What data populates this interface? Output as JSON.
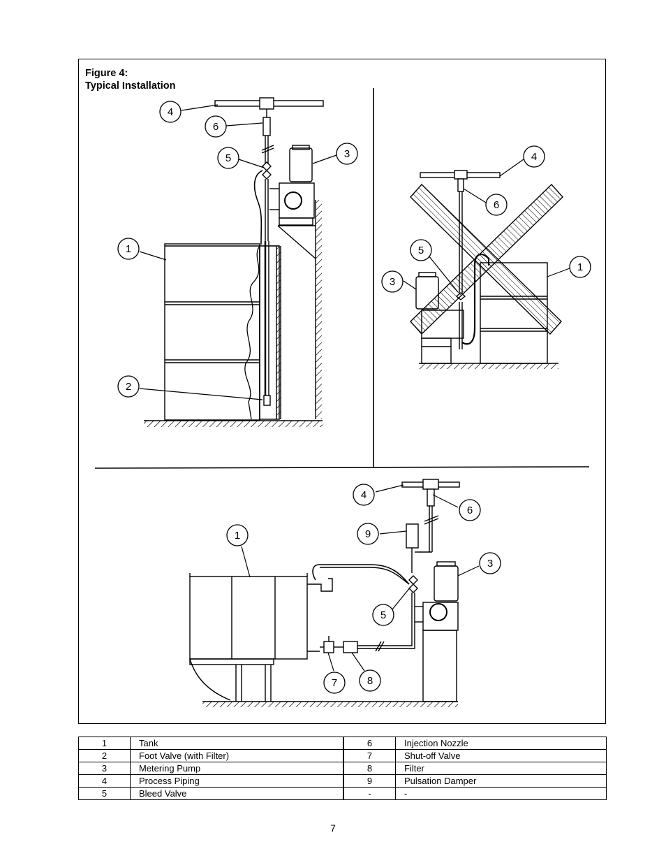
{
  "figure": {
    "title_line1": "Figure 4:",
    "title_line2": "Typical Installation"
  },
  "callouts": {
    "a": [
      "4",
      "6",
      "5",
      "3",
      "1",
      "2"
    ],
    "b": [
      "4",
      "6",
      "5",
      "3",
      "1"
    ],
    "c": [
      "4",
      "6",
      "9",
      "1",
      "3",
      "5",
      "7",
      "8"
    ]
  },
  "legend": {
    "rows": [
      {
        "left_num": "1",
        "left_label": "Tank",
        "right_num": "6",
        "right_label": "Injection Nozzle"
      },
      {
        "left_num": "2",
        "left_label": "Foot Valve (with Filter)",
        "right_num": "7",
        "right_label": "Shut-off Valve"
      },
      {
        "left_num": "3",
        "left_label": "Metering Pump",
        "right_num": "8",
        "right_label": "Filter"
      },
      {
        "left_num": "4",
        "left_label": "Process  Piping",
        "right_num": "9",
        "right_label": "Pulsation  Damper"
      },
      {
        "left_num": "5",
        "left_label": "Bleed Valve",
        "right_num": "-",
        "right_label": "-"
      }
    ]
  },
  "page_number": "7"
}
